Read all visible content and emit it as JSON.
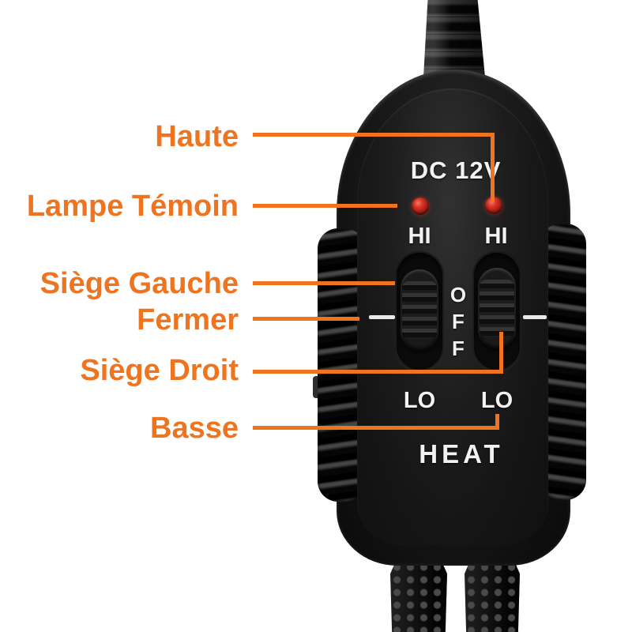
{
  "colors": {
    "annotation_orange": "#ee7420",
    "device_body_black": "#1a1a1a",
    "device_text_white": "#f2f2f2",
    "led_red": "#d93425",
    "background": "#ffffff"
  },
  "annotations": {
    "items": [
      {
        "id": "haute",
        "text": "Haute",
        "points_to": "right-indicator-led"
      },
      {
        "id": "lampe-temoin",
        "text": "Lampe Témoin",
        "points_to": "left-indicator-led"
      },
      {
        "id": "siege-gauche",
        "text": "Siège Gauche",
        "points_to": "left-switch-knob"
      },
      {
        "id": "fermer",
        "text": "Fermer",
        "points_to": "off-center-line"
      },
      {
        "id": "siege-droit",
        "text": "Siège Droit",
        "points_to": "right-switch-knob"
      },
      {
        "id": "basse",
        "text": "Basse",
        "points_to": "right-lo-position"
      }
    ]
  },
  "device": {
    "model_text": "DC 12V",
    "off_text": "OFF",
    "heat_text": "HEAT",
    "switches": [
      {
        "side": "left",
        "top_label": "HI",
        "bottom_label": "LO"
      },
      {
        "side": "right",
        "top_label": "HI",
        "bottom_label": "LO"
      }
    ],
    "leds": [
      {
        "name": "left-indicator-led",
        "color": "#d93425"
      },
      {
        "name": "right-indicator-led",
        "color": "#d93425"
      }
    ]
  }
}
